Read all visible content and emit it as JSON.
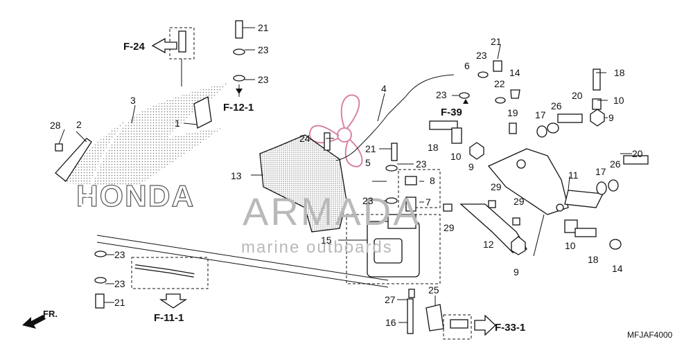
{
  "diagram_code": "MFJAF4000",
  "watermark": {
    "brand": "ARMADA",
    "tagline": "marine outboards"
  },
  "background_logo": "HONDA",
  "direction_label": "FR.",
  "references": [
    "F-24",
    "F-12-1",
    "F-39",
    "F-11-1",
    "F-33-1"
  ],
  "callouts": [
    "1",
    "2",
    "3",
    "4",
    "5",
    "6",
    "7",
    "8",
    "9",
    "10",
    "11",
    "12",
    "13",
    "14",
    "15",
    "16",
    "17",
    "18",
    "19",
    "20",
    "21",
    "22",
    "23",
    "24",
    "25",
    "26",
    "27",
    "28",
    "29"
  ],
  "colors": {
    "watermark_text": "#b9b9b9",
    "watermark_logo": "#d981a8",
    "line": "#111111"
  }
}
